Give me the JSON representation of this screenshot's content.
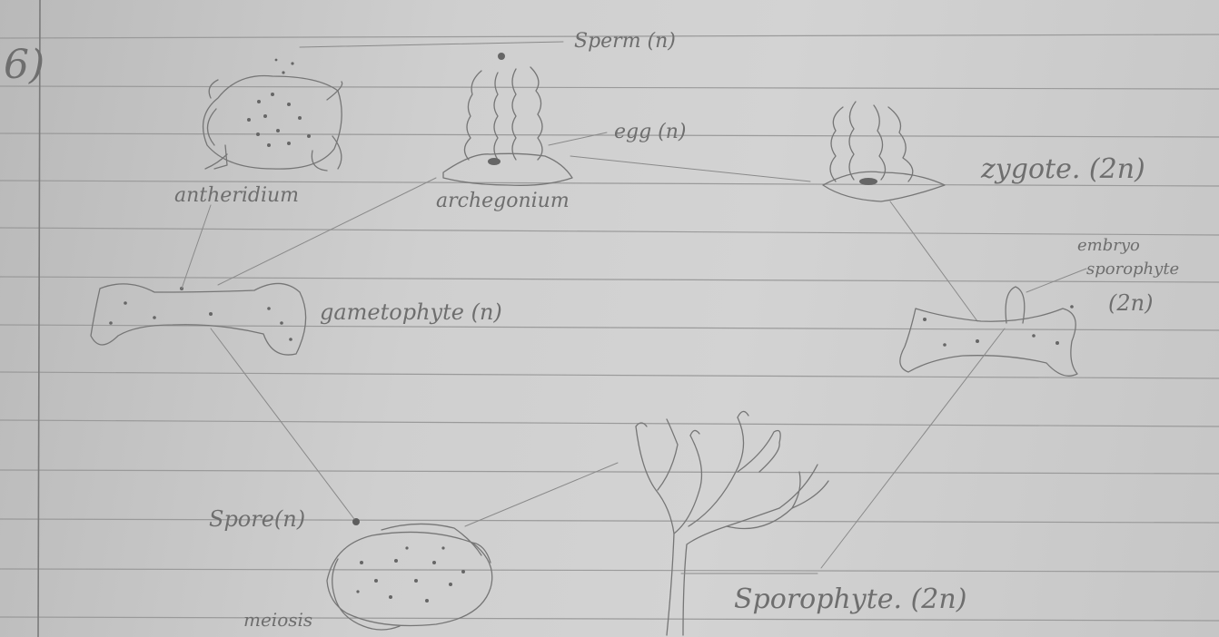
{
  "question_number": "6)",
  "labels": {
    "sperm": "Sperm (n)",
    "egg": "egg (n)",
    "zygote": "zygote. (2n)",
    "antheridium": "antheridium",
    "archegonium": "archegonium",
    "gametophyte": "gametophyte (n)",
    "embryo_line1": "embryo",
    "embryo_line2": "sporophyte",
    "embryo_line3": "(2n)",
    "spore": "Spore(n)",
    "meiosis": "meiosis",
    "sporophyte": "Sporophyte. (2n)"
  }
}
